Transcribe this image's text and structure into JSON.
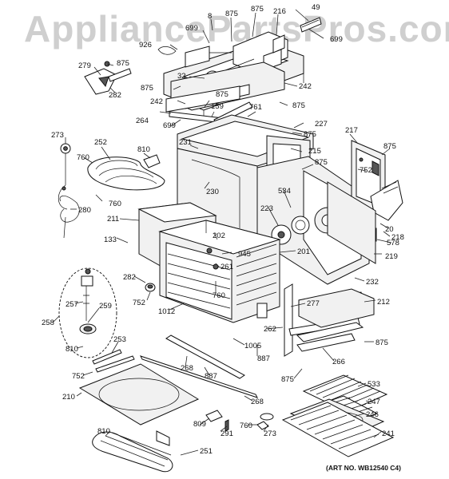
{
  "watermark": "AppliancePartsPros.com",
  "art_no": "(ART NO. WB12540 C4)",
  "callouts": [
    "8",
    "875",
    "875",
    "216",
    "49",
    "926",
    "699",
    "699",
    "279",
    "875",
    "32",
    "242",
    "282",
    "875",
    "875",
    "159",
    "761",
    "875",
    "242",
    "264",
    "699",
    "227",
    "273",
    "252",
    "810",
    "231",
    "875",
    "215",
    "217",
    "875",
    "760",
    "875",
    "752",
    "230",
    "534",
    "760",
    "223",
    "20",
    "280",
    "211",
    "218",
    "133",
    "202",
    "945",
    "578",
    "201",
    "219",
    "282",
    "261",
    "760",
    "752",
    "1012",
    "232",
    "277",
    "212",
    "258",
    "257",
    "259",
    "253",
    "1005",
    "262",
    "887",
    "875",
    "810",
    "752",
    "268",
    "887",
    "266",
    "875",
    "533",
    "210",
    "268",
    "247",
    "246",
    "809",
    "291",
    "760",
    "273",
    "810",
    "241",
    "251"
  ]
}
